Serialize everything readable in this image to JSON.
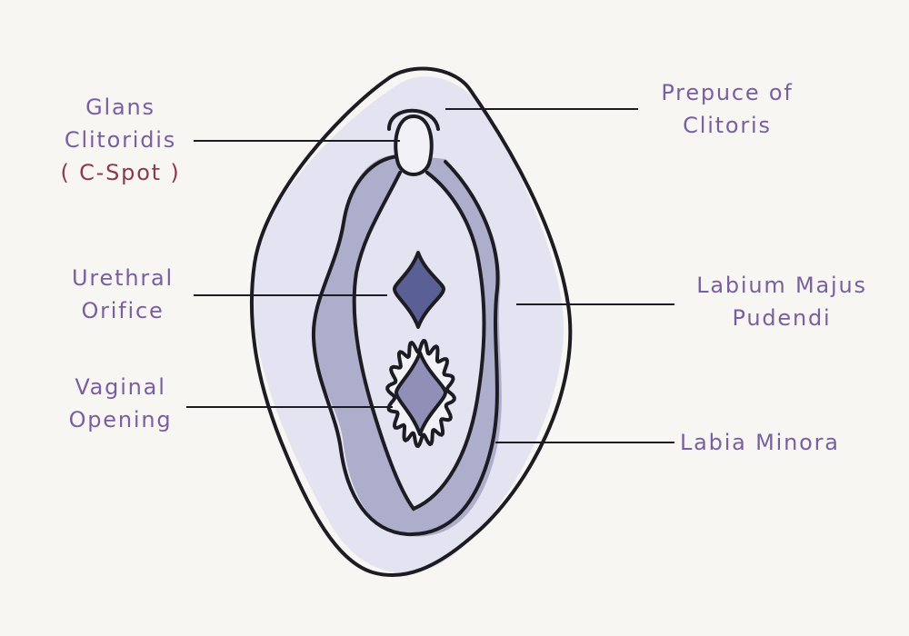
{
  "colors": {
    "background": "#f7f6f2",
    "label_text": "#7a5fa0",
    "accent_text": "#8a3a4a",
    "outline": "#1c1c22",
    "shadow": "#e3e3f2",
    "fold_shade": "#a3a3c5",
    "orifice": "#5a5f94",
    "opening": "#8f8fb8"
  },
  "labels": {
    "glans": {
      "line1": "Glans",
      "line2": "Clitoridis",
      "line3": "( C-Spot )"
    },
    "urethral": {
      "line1": "Urethral",
      "line2": "Orifice"
    },
    "vaginal": {
      "line1": "Vaginal",
      "line2": "Opening"
    },
    "prepuce": {
      "line1": "Prepuce of",
      "line2": "Clitoris"
    },
    "labium": {
      "line1": "Labium Majus",
      "line2": "Pudendi"
    },
    "minora": {
      "line1": "Labia Minora"
    }
  }
}
